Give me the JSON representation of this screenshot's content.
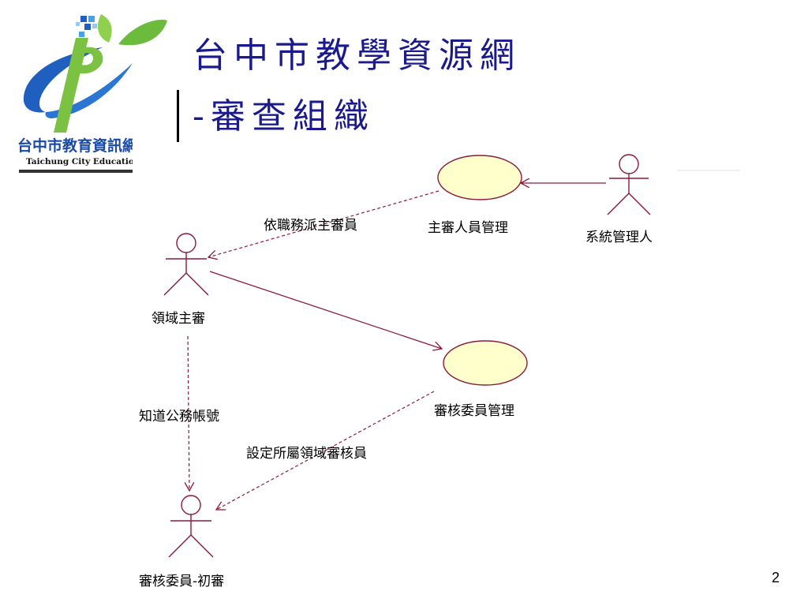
{
  "logo": {
    "caption_cn": "台中市教育資訊網",
    "caption_en": "Taichung City Education"
  },
  "title": {
    "line1": "台中市教學資源網",
    "line2": "-審查組織"
  },
  "diagram": {
    "actors": {
      "system_admin": "系統管理人",
      "domain_chief": "領域主審",
      "reviewer": "審核委員-初審"
    },
    "use_cases": {
      "chief_mgmt": "主審人員管理",
      "reviewer_mgmt": "審核委員管理"
    },
    "relations": {
      "assign_by_duty": "依職務派主審員",
      "know_account": "知道公務帳號",
      "set_domain_reviewer": "設定所屬領域審核員"
    }
  },
  "colors": {
    "line": "#8b1a3a",
    "use_case_fill": "#ffffcc",
    "title": "#1a1a8c"
  },
  "page_number": "2"
}
